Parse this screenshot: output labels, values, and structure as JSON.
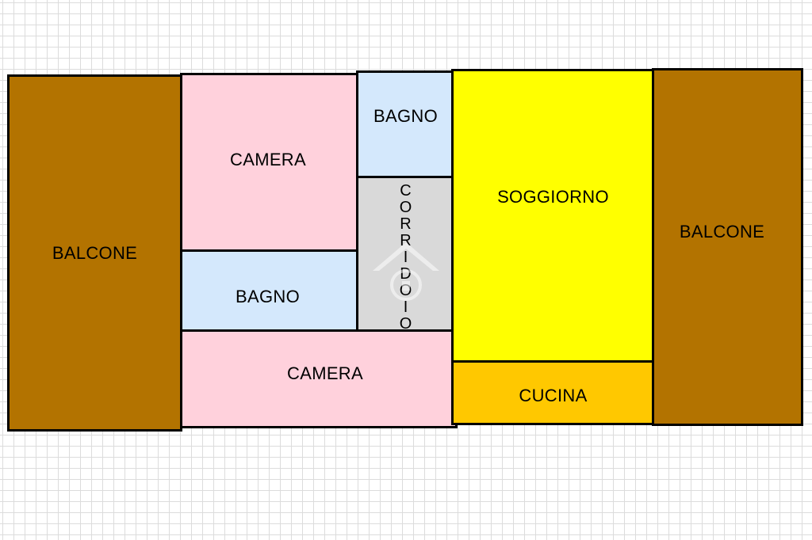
{
  "plan": {
    "rooms": {
      "balcone_left": {
        "label": "BALCONE",
        "color": "#b37300"
      },
      "camera_top": {
        "label": "CAMERA",
        "color": "#ffd1dc"
      },
      "bagno_left": {
        "label": "BAGNO",
        "color": "#d4e8fc"
      },
      "bagno_top": {
        "label": "BAGNO",
        "color": "#d4e8fc"
      },
      "corridoio": {
        "label": "CORRIDOIO",
        "letters": [
          "C",
          "O",
          "R",
          "R",
          "I",
          "D",
          "O",
          "I",
          "O"
        ],
        "color": "#d9d9d9"
      },
      "camera_bottom": {
        "label": "CAMERA",
        "color": "#ffd1dc"
      },
      "soggiorno": {
        "label": "SOGGIORNO",
        "color": "#ffff00"
      },
      "cucina": {
        "label": "CUCINA",
        "color": "#ffc800"
      },
      "balcone_right": {
        "label": "BALCONE",
        "color": "#b37300"
      }
    },
    "wall_color": "#000000",
    "watermark_icon": "house-watermark-icon"
  }
}
